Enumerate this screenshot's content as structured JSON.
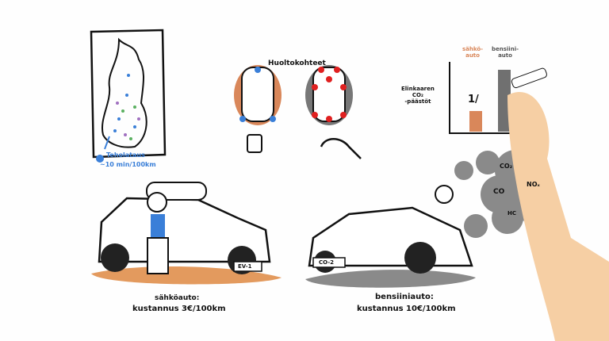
{
  "map": {
    "legend_label": "Teholataus",
    "legend_sub": "~10 min/100km",
    "dot_color": "#3a7fd8"
  },
  "service": {
    "title": "Huoltokohteet"
  },
  "co2_chart": {
    "ylabel_line1": "Elinkaaren",
    "ylabel_line2": "CO₂",
    "ylabel_line3": "-päästöt",
    "ev_label_1": "sähkö-",
    "ev_label_2": "auto",
    "gas_label_1": "bensiini-",
    "gas_label_2": "auto",
    "ratio": "1/",
    "ev_color": "#d9875a",
    "gas_color": "#707070"
  },
  "ev": {
    "plate": "EV-1",
    "caption_1": "sähköauto:",
    "caption_2": "kustannus 3€/100km",
    "shadow_color": "#e39a5e"
  },
  "gas": {
    "plate": "CO-2",
    "caption_1": "bensiiniauto:",
    "caption_2": "kustannus 10€/100km",
    "shadow_color": "#8a8a8a"
  },
  "exhaust": {
    "gases": [
      "CO₂",
      "NOₓ",
      "CO",
      "HC"
    ]
  }
}
